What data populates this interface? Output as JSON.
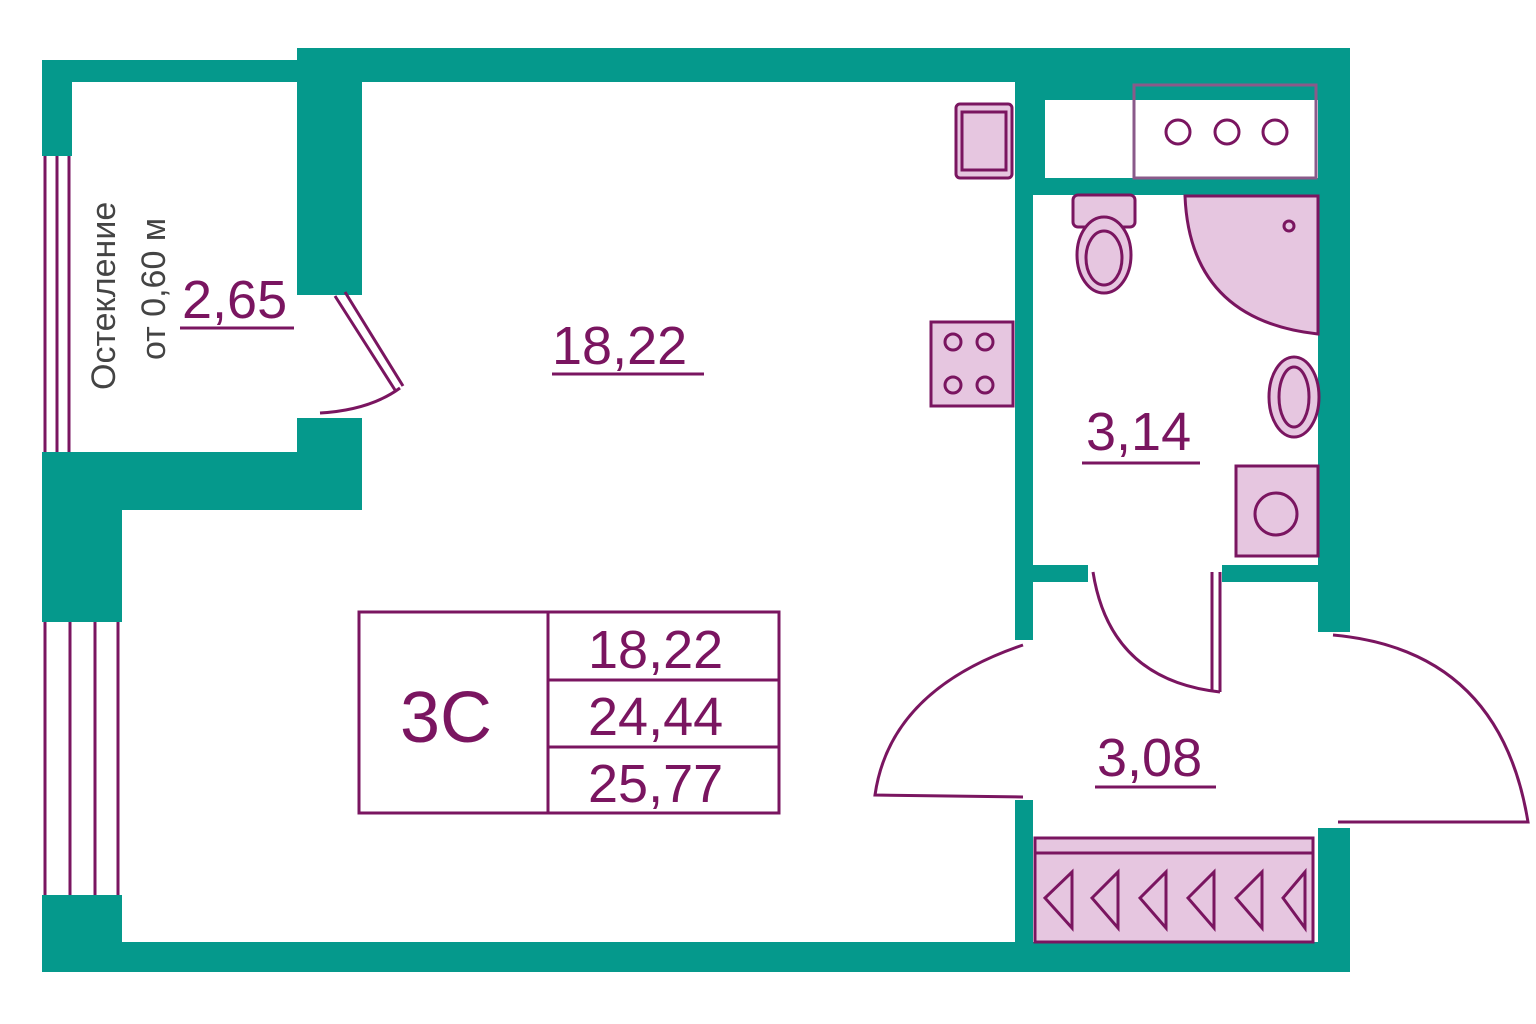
{
  "plan": {
    "glazing_note_line1": "Остекление",
    "glazing_note_line2": "от 0,60 м",
    "rooms": {
      "balcony_area": "2,65",
      "living_area": "18,22",
      "bathroom_area": "3,14",
      "hallway_area": "3,08"
    },
    "summary": {
      "type": "3С",
      "living": "18,22",
      "total_without_balcony": "24,44",
      "total": "25,77"
    }
  },
  "colors": {
    "wall": "#05998c",
    "accent": "#7a1560",
    "fixture": "#e6c6e0"
  }
}
